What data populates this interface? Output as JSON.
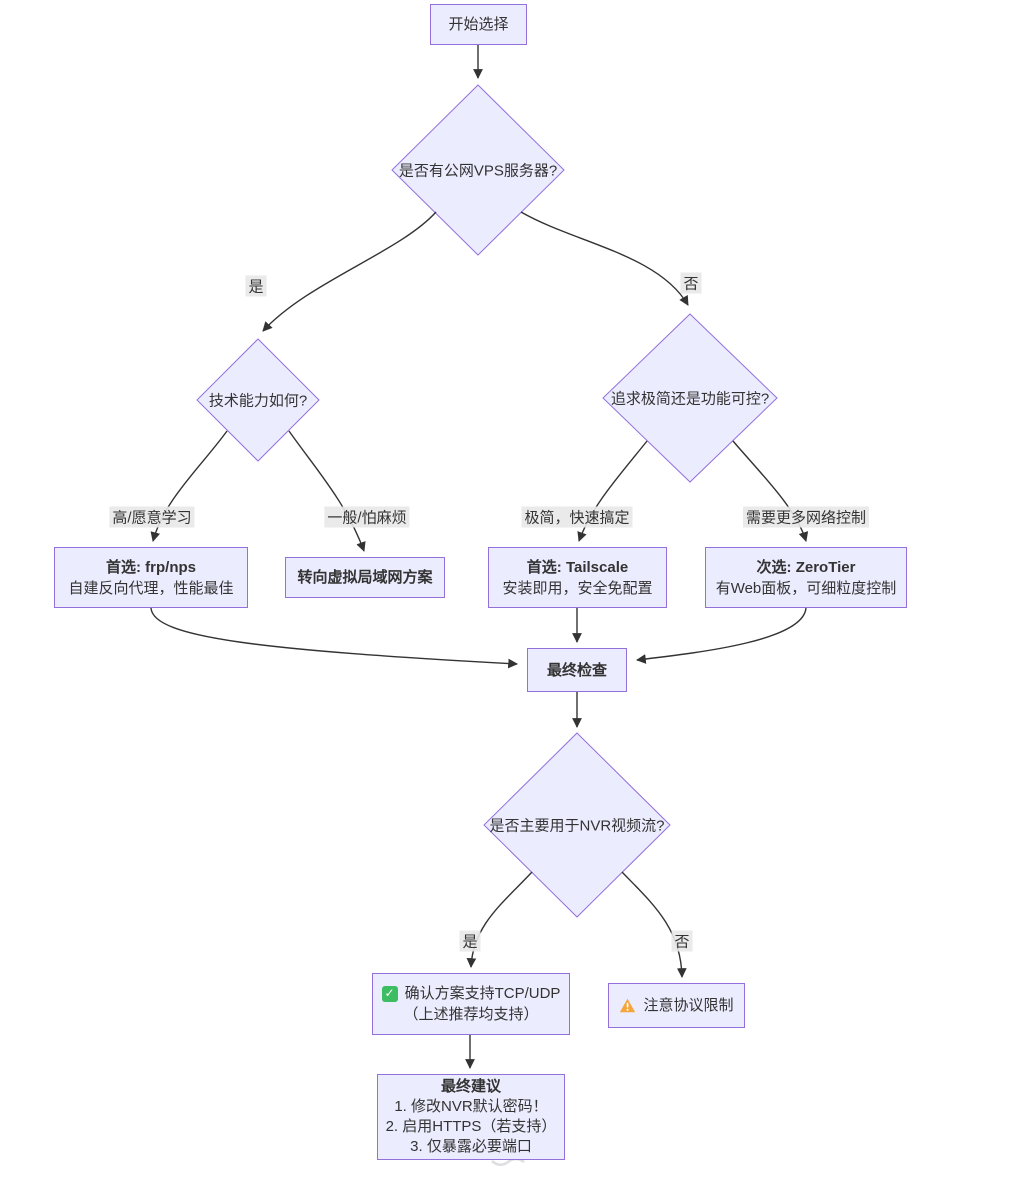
{
  "diagram": {
    "nodes": {
      "start": "开始选择",
      "q_vps": "是否有公网VPS服务器?",
      "q_skill": "技术能力如何?",
      "q_mode": "追求极简还是功能可控?",
      "frp_title": "首选: frp/nps",
      "frp_desc": "自建反向代理，性能最佳",
      "vlan": "转向虚拟局域网方案",
      "tailscale_title": "首选: Tailscale",
      "tailscale_desc": "安装即用，安全免配置",
      "zerotier_title": "次选: ZeroTier",
      "zerotier_desc": "有Web面板，可细粒度控制",
      "final_check": "最终检查",
      "q_nvr": "是否主要用于NVR视频流?",
      "tcp_title": "确认方案支持TCP/UDP",
      "tcp_desc": "（上述推荐均支持）",
      "warn": "注意协议限制",
      "advice_title": "最终建议",
      "advice_1": "1. 修改NVR默认密码！",
      "advice_2": "2. 启用HTTPS（若支持）",
      "advice_3": "3. 仅暴露必要端口"
    },
    "edge_labels": {
      "yes1": "是",
      "no1": "否",
      "skill_high": "高/愿意学习",
      "skill_casual": "一般/怕麻烦",
      "mode_minimal": "极简，快速搞定",
      "mode_control": "需要更多网络控制",
      "yes2": "是",
      "no2": "否"
    },
    "colors": {
      "node_fill": "#ECECFF",
      "node_border": "#9370DB",
      "edge_stroke": "#333333",
      "label_bg": "#E8E8E8",
      "check_green": "#3DBD61",
      "warn_orange": "#F5A63A"
    },
    "watermark": "公"
  }
}
